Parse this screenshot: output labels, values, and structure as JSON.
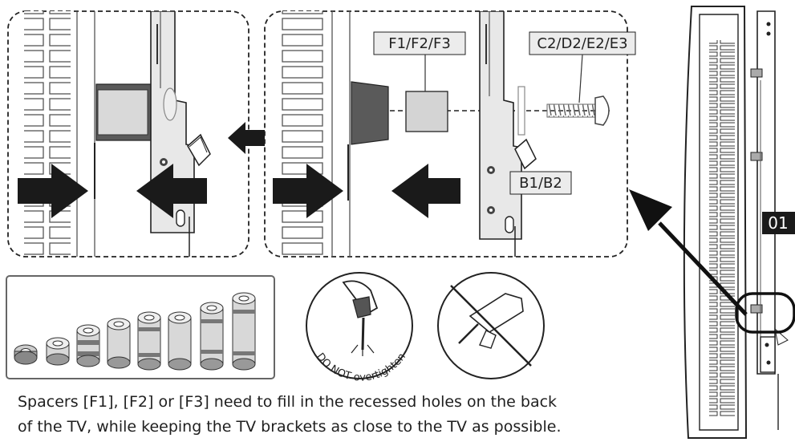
{
  "labels": {
    "spacer": "F1/F2/F3",
    "screw": "C2/D2/E2/E3",
    "bracket": "B1/B2",
    "step": "01",
    "warning": "DO NOT overtighten"
  },
  "caption": {
    "line1": "Spacers [F1], [F2] or [F3] need to fill in the recessed holes on the back",
    "line2": "of the TV, while keeping the TV brackets as close to the TV as possible."
  },
  "colors": {
    "ink": "#1a1a1a",
    "gray_dark": "#5a5a5a",
    "gray_mid": "#a8a8a8",
    "gray_light": "#d9d9d9",
    "label_bg": "#ececec"
  },
  "icons": [
    "arrow-right-icon",
    "arrow-left-icon",
    "screwdriver-icon",
    "power-drill-icon"
  ]
}
